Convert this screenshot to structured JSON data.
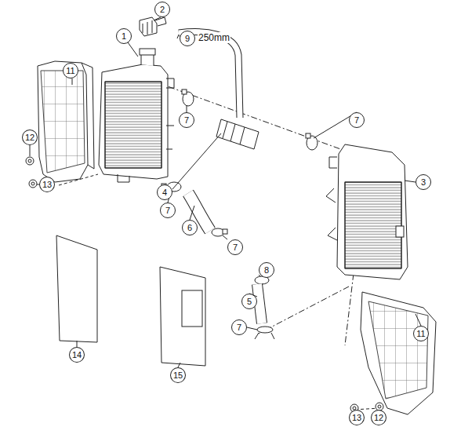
{
  "diagram": {
    "nodes": [
      {
        "text": [
          "2"
        ]
      },
      {
        "text": [
          "1"
        ]
      },
      {
        "text": [
          "9"
        ]
      },
      {
        "text": [
          "11"
        ]
      },
      {
        "text": [
          "7"
        ]
      },
      {
        "text": [
          "7"
        ]
      },
      {
        "text": [
          "12"
        ]
      },
      {
        "text": [
          "3"
        ]
      },
      {
        "text": [
          "13"
        ]
      },
      {
        "text": [
          "4"
        ]
      },
      {
        "text": [
          "7"
        ]
      },
      {
        "text": [
          "6"
        ]
      },
      {
        "text": [
          "7"
        ]
      },
      {
        "text": [
          "8"
        ]
      },
      {
        "text": [
          "5"
        ]
      },
      {
        "text": [
          "7"
        ]
      },
      {
        "text": [
          "11"
        ]
      },
      {
        "text": [
          "14"
        ]
      },
      {
        "text": [
          "15"
        ]
      },
      {
        "text": [
          "13"
        ]
      },
      {
        "text": [
          "12"
        ]
      }
    ],
    "labels": [
      "250mm"
    ]
  }
}
